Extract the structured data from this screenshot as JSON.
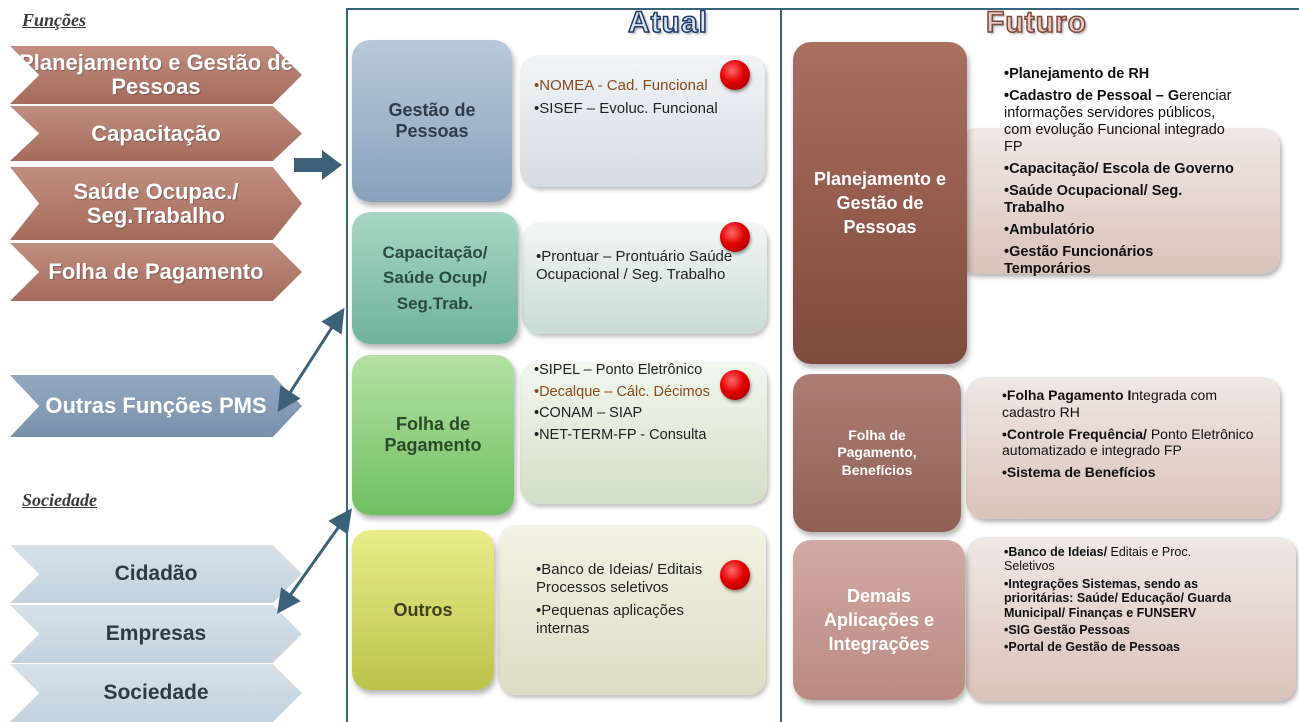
{
  "funcoes": {
    "label": "Funções",
    "items": [
      "Planejamento e Gestão de Pessoas",
      "Capacitação",
      "Saúde Ocupac./ Seg.Trabalho",
      "Folha de Pagamento"
    ]
  },
  "outras": {
    "label": "Outras Funções PMS"
  },
  "sociedade": {
    "label": "Sociedade",
    "items": [
      "Cidadão",
      "Empresas",
      "Sociedade"
    ]
  },
  "atual": {
    "title": "Atual",
    "rows": [
      {
        "box": "Gestão de Pessoas",
        "items": [
          {
            "text": "NOMEA - Cad. Funcional",
            "highlight": true
          },
          {
            "text": "SISEF – Evoluc. Funcional",
            "highlight": false
          }
        ]
      },
      {
        "box": "Capacitação/ Saúde Ocup/ Seg.Trab.",
        "items": [
          {
            "text": "Prontuar – Prontuário Saúde Ocupacional / Seg. Trabalho",
            "highlight": false
          }
        ]
      },
      {
        "box": "Folha de Pagamento",
        "items": [
          {
            "text": "SIPEL – Ponto Eletrônico",
            "highlight": false
          },
          {
            "text": "Decalque – Cálc. Décimos",
            "highlight": true
          },
          {
            "text": "CONAM – SIAP",
            "highlight": false
          },
          {
            "text": "NET-TERM-FP - Consulta",
            "highlight": false
          }
        ]
      },
      {
        "box": "Outros",
        "items": [
          {
            "text": "Banco de Ideias/ Editais Processos seletivos",
            "highlight": false
          },
          {
            "text": "Pequenas aplicações internas",
            "highlight": false
          }
        ]
      }
    ]
  },
  "futuro": {
    "title": "Futuro",
    "rows": [
      {
        "box": "Planejamento e Gestão de Pessoas",
        "items": [
          {
            "bold": "Planejamento de RH",
            "rest": ""
          },
          {
            "bold": "Cadastro de Pessoal – G",
            "rest": "erenciar informações servidores públicos, com evolução Funcional integrado FP"
          },
          {
            "bold": "Capacitação/ Escola de Governo",
            "rest": ""
          },
          {
            "bold": "Saúde Ocupacional/ Seg. Trabalho",
            "rest": ""
          },
          {
            "bold": "Ambulatório",
            "rest": ""
          },
          {
            "bold": "Gestão Funcionários Temporários",
            "rest": ""
          }
        ]
      },
      {
        "box": "Folha de Pagamento, Benefícios",
        "items": [
          {
            "bold": "Folha Pagamento I",
            "rest": "ntegrada com cadastro RH"
          },
          {
            "bold": "Controle Frequência/",
            "rest": " Ponto Eletrônico automatizado e integrado FP"
          },
          {
            "bold": "Sistema de Benefícios",
            "rest": ""
          }
        ]
      },
      {
        "box": "Demais Aplicações e Integrações",
        "items": [
          {
            "bold": "Banco de Ideias/",
            "rest": " Editais e Proc. Seletivos"
          },
          {
            "bold": "Integrações Sistemas, sendo as prioritárias: Saúde/ Educação/ Guarda Municipal/ Finanças e FUNSERV",
            "rest": ""
          },
          {
            "bold": "SIG Gestão Pessoas",
            "rest": ""
          },
          {
            "bold": "Portal de Gestão de Pessoas",
            "rest": ""
          }
        ]
      }
    ]
  },
  "colors": {
    "chevron_brown": "#b07a6c",
    "chevron_steel": "#8499b2",
    "chevron_light": "#ccd9e3",
    "divider": "#36657c",
    "arrow": "#3c6178",
    "dot_red": "#e30000"
  }
}
